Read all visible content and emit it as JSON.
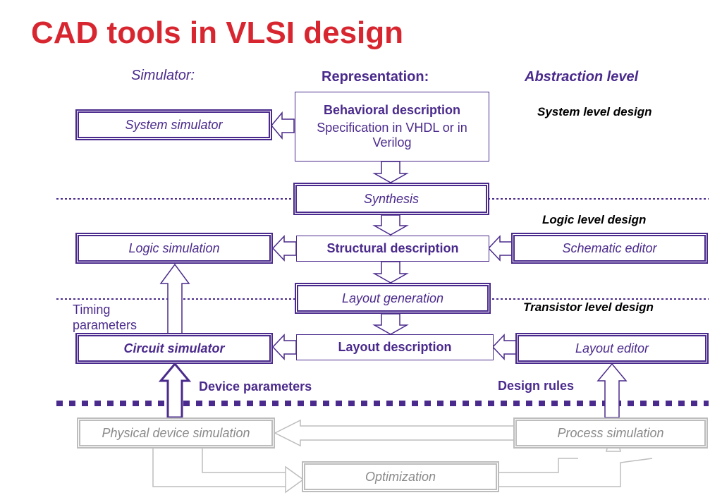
{
  "title": "CAD tools in VLSI design",
  "headers": {
    "simulator": "Simulator:",
    "representation": "Representation:",
    "abstraction": "Abstraction level"
  },
  "levels": {
    "system": "System level design",
    "logic": "Logic level design",
    "transistor": "Transistor level design"
  },
  "boxes": {
    "behavioral_title": "Behavioral description",
    "behavioral_body": "Specification in VHDL or  in Verilog",
    "synthesis": "Synthesis",
    "structural": "Structural description",
    "layout_generation": "Layout generation",
    "layout_description": "Layout description",
    "system_simulator": "System simulator",
    "logic_simulation": "Logic simulation",
    "circuit_simulator": "Circuit simulator",
    "schematic_editor": "Schematic editor",
    "layout_editor": "Layout editor",
    "physical_device_simulation": "Physical device simulation",
    "process_simulation": "Process simulation",
    "optimization": "Optimization"
  },
  "labels": {
    "timing_parameters": "Timing parameters",
    "device_parameters": "Device parameters",
    "design_rules": "Design rules"
  },
  "colors": {
    "title": "#d7262f",
    "primary": "#4a2a8c",
    "muted": "#bdbdbd"
  }
}
